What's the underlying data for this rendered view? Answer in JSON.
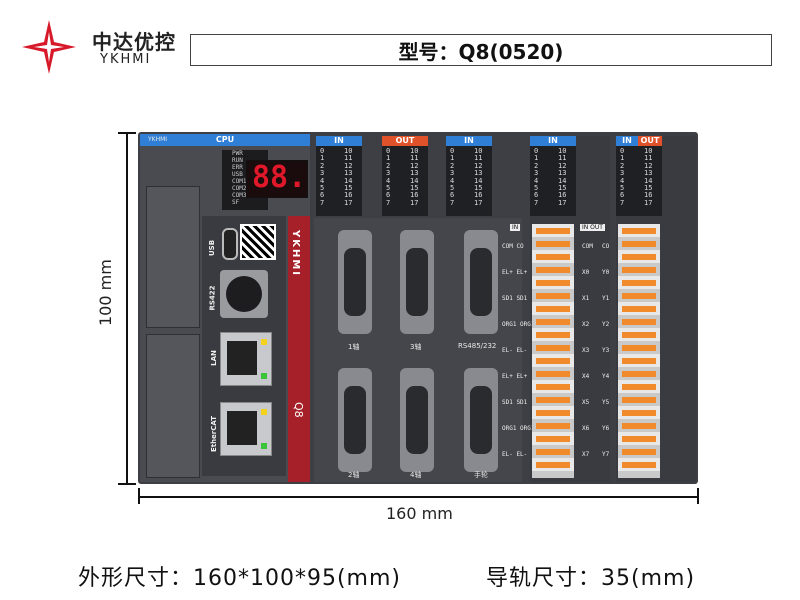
{
  "brand": {
    "name_cn": "中达优控",
    "name_en": "YKHMI",
    "logo": "red-star-logo"
  },
  "model": {
    "label": "型号：Q8(0520)"
  },
  "dimensions": {
    "height": "100 mm",
    "width": "160 mm"
  },
  "cpu": {
    "title": "CPU",
    "badge": "YKHMI",
    "status_leds": [
      "PWR",
      "RUN",
      "ERR",
      "USB",
      "COM1",
      "COM2",
      "COM3",
      "SF"
    ],
    "display": "88.",
    "ports": [
      "USB",
      "RS422",
      "LAN",
      "EtherCAT"
    ],
    "vertical_brand": "YKHMI",
    "model_mark": "Q8"
  },
  "io_modules": [
    {
      "title": "IN",
      "color": "#2f7fd6",
      "left": "0\n1\n2\n3\n4\n5\n6\n7",
      "right": "10\n11\n12\n13\n14\n15\n16\n17"
    },
    {
      "title": "OUT",
      "color": "#e0532a",
      "left": "0\n1\n2\n3\n4\n5\n6\n7",
      "right": "10\n11\n12\n13\n14\n15\n16\n17"
    },
    {
      "title": "IN",
      "color": "#2f7fd6",
      "left": "0\n1\n2\n3\n4\n5\n6\n7",
      "right": "10\n11\n12\n13\n14\n15\n16\n17"
    }
  ],
  "connectors": {
    "axis1": "1轴",
    "axis2": "2轴",
    "axis3": "3轴",
    "axis4": "4轴",
    "rs485": "RS485/232",
    "handwheel": "手轮"
  },
  "terminal_a": {
    "title": "IN",
    "sub_head": "IN",
    "labels": "COM CO\n\nEL+ EL+\n\nSD1 SD1\n\nORG1 ORG1\n\nEL- EL-\n\nEL+ EL+\n\nSD1 SD1\n\nORG1 ORG1\n\nEL- EL-",
    "io_left": "0\n1\n2\n3\n4\n5\n6\n7",
    "io_right": "10\n11\n12\n13\n14\n15\n16\n17"
  },
  "terminal_b": {
    "title_in": "IN",
    "title_out": "OUT",
    "sub_head": "IN OUT",
    "labels_in": "COM\n\nX0\n\nX1\n\nX2\n\nX3\n\nX4\n\nX5\n\nX6\n\nX7",
    "labels_out": "CO\n\nY0\n\nY1\n\nY2\n\nY3\n\nY4\n\nY5\n\nY6\n\nY7",
    "io_left": "0\n1\n2\n3\n4\n5\n6\n7",
    "io_right": "10\n11\n12\n13\n14\n15\n16\n17"
  },
  "footer": {
    "outline": "外形尺寸：160*100*95(mm)",
    "rail": "导轨尺寸：35(mm)"
  }
}
